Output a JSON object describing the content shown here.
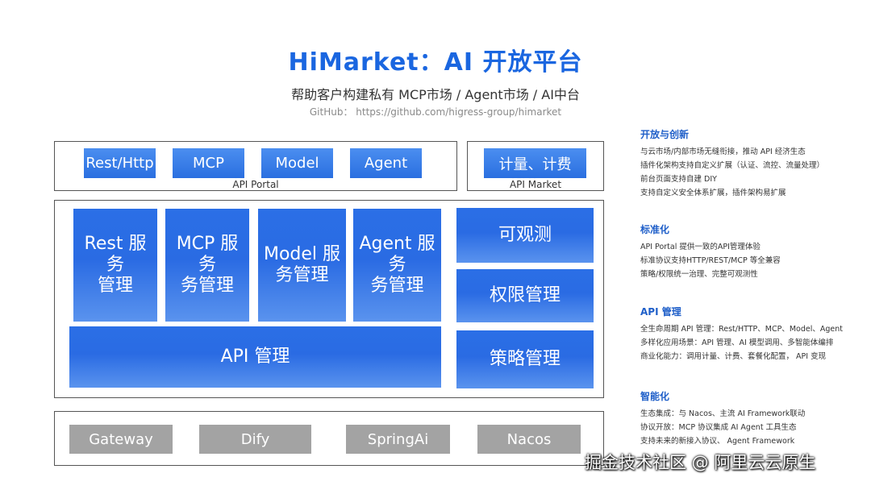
{
  "header": {
    "title": "HiMarket：AI 开放平台",
    "subtitle": "帮助客户构建私有 MCP市场 / Agent市场 / AI中台",
    "github": "GitHub： https://github.com/higress-group/himarket"
  },
  "portal": {
    "label": "API Portal",
    "chips": [
      "Rest/Http",
      "MCP",
      "Model",
      "Agent"
    ]
  },
  "market": {
    "label": "API Market",
    "chip": "计量、计费"
  },
  "services": [
    {
      "line1": "Rest 服务",
      "line2": "管理"
    },
    {
      "line1": "MCP 服务",
      "line2": "务管理"
    },
    {
      "line1": "Model 服",
      "line2": "务管理"
    },
    {
      "line1": "Agent 服务",
      "line2": "务管理"
    }
  ],
  "api_mgmt": "API 管理",
  "right_tiles": [
    "可观测",
    "权限管理",
    "策略管理"
  ],
  "base": [
    "Gateway",
    "Dify",
    "SpringAi",
    "Nacos"
  ],
  "sections": [
    {
      "title": "开放与创新",
      "lines": [
        "与云市场/内部市场无缝衔接，推动 API 经济生态",
        "插件化架构支持自定义扩展（认证、流控、流量处理）",
        "前台页面支持自建 DIY",
        "支持自定义安全体系扩展，插件架构易扩展"
      ]
    },
    {
      "title": "标准化",
      "lines": [
        "API Portal 提供一致的API管理体验",
        "标准协议支持HTTP/REST/MCP 等全兼容",
        "策略/权限统一治理、完整可观测性"
      ]
    },
    {
      "title": "API 管理",
      "lines": [
        "全生命周期 API 管理：Rest/HTTP、MCP、Model、Agent",
        "多样化应用场景：API 管理、AI 模型调用、多智能体编排",
        "商业化能力：调用计量、计费、套餐化配置， API 变现"
      ]
    },
    {
      "title": "智能化",
      "lines": [
        "生态集成：与 Nacos、主流 AI Framework联动",
        "协议开放：MCP 协议集成 AI Agent 工具生态",
        "支持未来的新接入协议、 Agent Framework"
      ]
    }
  ],
  "watermark": "掘金技术社区 @ 阿里云云原生"
}
